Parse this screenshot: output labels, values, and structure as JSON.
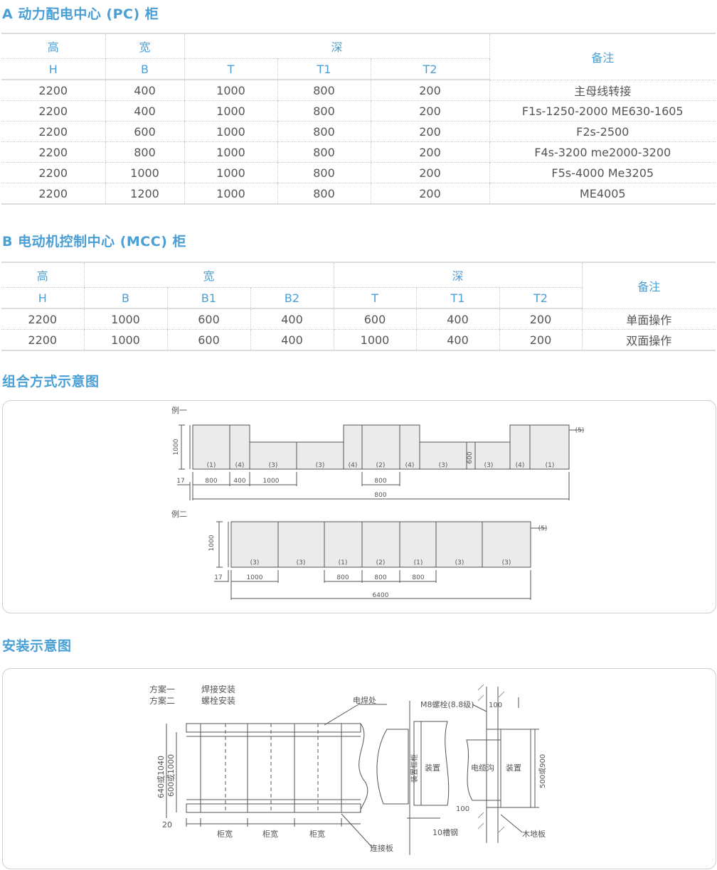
{
  "sections": {
    "pc_title": "A 动力配电中心 (PC) 柜",
    "mcc_title": "B 电动机控制中心 (MCC) 柜",
    "combo_title": "组合方式示意图",
    "install_title": "安装示意图"
  },
  "pc_table": {
    "h_label": "高",
    "w_label": "宽",
    "d_label": "深",
    "note_label": "备注",
    "sub": [
      "H",
      "B",
      "T",
      "T1",
      "T2"
    ],
    "rows": [
      [
        "2200",
        "400",
        "1000",
        "800",
        "200",
        "主母线转接"
      ],
      [
        "2200",
        "400",
        "1000",
        "800",
        "200",
        "F1s-1250-2000 ME630-1605"
      ],
      [
        "2200",
        "600",
        "1000",
        "800",
        "200",
        "F2s-2500"
      ],
      [
        "2200",
        "800",
        "1000",
        "800",
        "200",
        "F4s-3200 me2000-3200"
      ],
      [
        "2200",
        "1000",
        "1000",
        "800",
        "200",
        "F5s-4000  Me3205"
      ],
      [
        "2200",
        "1200",
        "1000",
        "800",
        "200",
        "ME4005"
      ]
    ]
  },
  "mcc_table": {
    "h_label": "高",
    "w_label": "宽",
    "d_label": "深",
    "note_label": "备注",
    "sub": [
      "H",
      "B",
      "B1",
      "B2",
      "T",
      "T1",
      "T2"
    ],
    "rows": [
      [
        "2200",
        "1000",
        "600",
        "400",
        "600",
        "400",
        "200",
        "单面操作"
      ],
      [
        "2200",
        "1000",
        "600",
        "400",
        "1000",
        "400",
        "200",
        "双面操作"
      ]
    ]
  },
  "combo": {
    "ex1": "例一",
    "ex2": "例二",
    "ex1_height": "1000",
    "ex1_mid_height": "600",
    "ex1_offset": "17",
    "ex1_cells": [
      "(1)",
      "(4)",
      "(3)",
      "(3)",
      "(4)",
      "(2)",
      "(4)",
      "(3)",
      "(3)",
      "(4)",
      "(1)"
    ],
    "ex1_dims": [
      "800",
      "400",
      "1000",
      "800"
    ],
    "ex1_total": "800",
    "ex1_note": "(5)",
    "ex2_height": "1000",
    "ex2_offset": "17",
    "ex2_cells": [
      "(3)",
      "(3)",
      "(1)",
      "(2)",
      "(1)",
      "(3)",
      "(3)"
    ],
    "ex2_dims": [
      "1000",
      "800",
      "800",
      "800"
    ],
    "ex2_total": "6400",
    "ex2_note": "(5)"
  },
  "install": {
    "plan1": "方案一",
    "plan1_desc": "焊接安装",
    "plan2": "方案二",
    "plan2_desc": "螺栓安装",
    "weld": "电焊处",
    "bolt": "M8螺栓(8.8级)",
    "dim_100a": "100",
    "dim_100b": "100",
    "height_a": "640或1040",
    "height_b": "600或1000",
    "offset": "20",
    "cab_width": "柜宽",
    "trench": "电缆沟",
    "device": "装置",
    "frame": "装置框柜",
    "depth": "500或900",
    "channel": "10槽钢",
    "plate": "连接板",
    "floor": "木地板"
  }
}
